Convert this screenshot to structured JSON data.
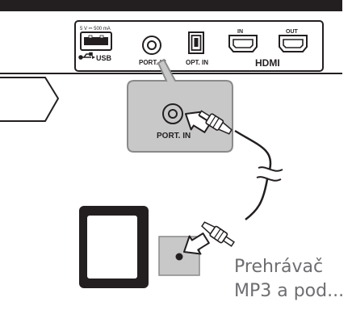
{
  "panel": {
    "usb_rating": "5 V ⎓ 500 mA",
    "usb_label": "USB",
    "port_in_label": "PORT. IN",
    "opt_in_label": "OPT. IN",
    "hdmi_in_label": "IN",
    "hdmi_out_label": "OUT",
    "hdmi_label": "HDMI"
  },
  "callout": {
    "port_label": "PORT. IN"
  },
  "player": {
    "caption_line1": "Prehrávač",
    "caption_line2": "MP3 a pod..."
  },
  "colors": {
    "line": "#231f20",
    "callout_bg": "#c8c8c8",
    "caption": "#6d6e71"
  },
  "icons": [
    "usb-port-icon",
    "usb-symbol-icon",
    "port-in-jack-icon",
    "optical-port-icon",
    "hdmi-in-port-icon",
    "hdmi-out-port-icon",
    "arrow-icon",
    "cable-break-icon",
    "audio-plug-icon"
  ]
}
